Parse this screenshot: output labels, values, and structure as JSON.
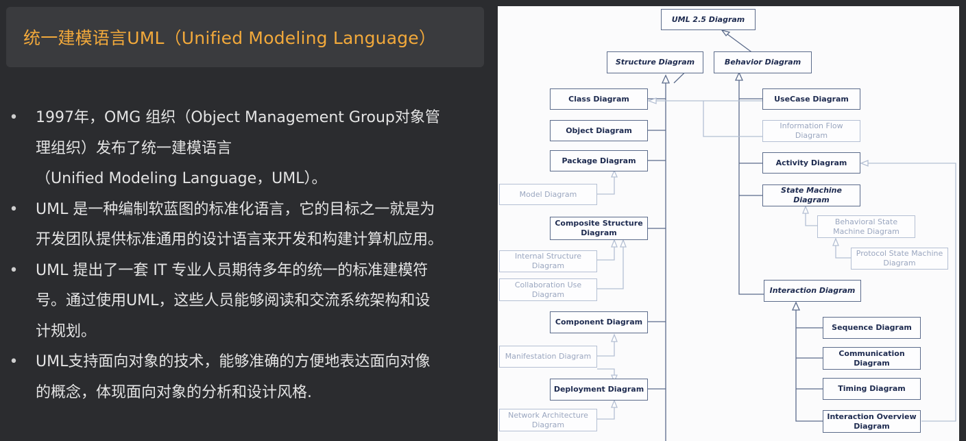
{
  "slide": {
    "title": "统一建模语言UML（Unified Modeling Language）",
    "bullets": [
      {
        "lines": [
          "1997年，OMG 组织（Object Management Group对象管",
          "理组织）发布了统一建模语言",
          "（Unified Modeling Language，UML）。"
        ]
      },
      {
        "lines": [
          "UML 是一种编制软蓝图的标准化语言，它的目标之一就是为",
          "开发团队提供标准通用的设计语言来开发和构建计算机应用。"
        ]
      },
      {
        "lines": [
          "UML 提出了一套 IT 专业人员期待多年的统一的标准建模符",
          "号。通过使用UML，这些人员能够阅读和交流系统架构和设",
          "计规划。"
        ]
      },
      {
        "lines": [
          "UML支持面向对象的技术，能够准确的方便地表达面向对像",
          "的概念，体现面向对象的分析和设计风格."
        ]
      }
    ],
    "bullet_glyph": "•"
  },
  "diagram": {
    "root": {
      "label": "UML 2.5 Diagram"
    },
    "structure": {
      "label": "Structure Diagram"
    },
    "behavior": {
      "label": "Behavior Diagram"
    },
    "class": {
      "label": "Class Diagram"
    },
    "object": {
      "label": "Object Diagram"
    },
    "package": {
      "label": "Package Diagram"
    },
    "model": {
      "label": "Model Diagram"
    },
    "composite": {
      "label": "Composite Structure Diagram"
    },
    "internal": {
      "label": "Internal Structure Diagram"
    },
    "collab": {
      "label": "Collaboration Use Diagram"
    },
    "component": {
      "label": "Component Diagram"
    },
    "manifest": {
      "label": "Manifestation Diagram"
    },
    "deploy": {
      "label": "Deployment Diagram"
    },
    "network": {
      "label": "Network Architecture Diagram"
    },
    "usecase": {
      "label": "UseCase Diagram"
    },
    "infoflow": {
      "label": "Information Flow Diagram"
    },
    "activity": {
      "label": "Activity Diagram"
    },
    "statemachine": {
      "label": "State Machine Diagram"
    },
    "behavioralsm": {
      "label": "Behavioral State Machine Diagram"
    },
    "protocolsm": {
      "label": "Protocol State Machine Diagram"
    },
    "interaction": {
      "label": "Interaction Diagram"
    },
    "sequence": {
      "label": "Sequence Diagram"
    },
    "communication": {
      "label": "Communication Diagram"
    },
    "timing": {
      "label": "Timing Diagram"
    },
    "interactionoverview": {
      "label": "Interaction Overview Diagram"
    }
  }
}
